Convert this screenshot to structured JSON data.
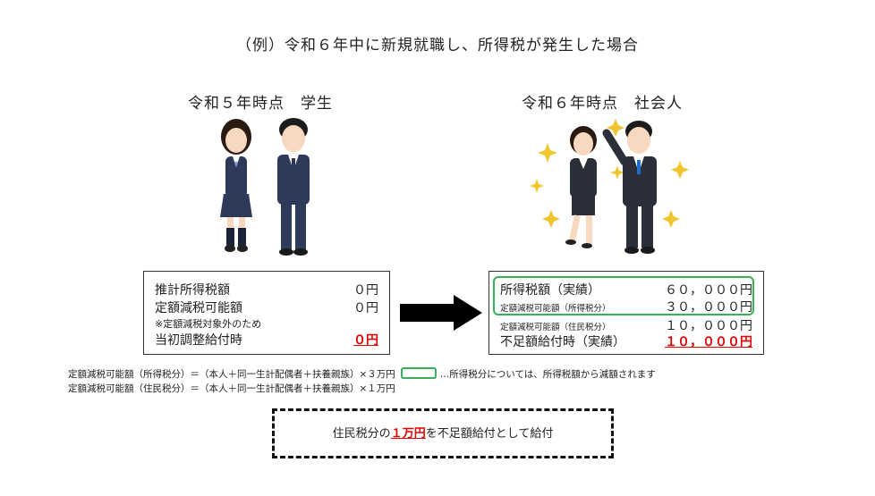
{
  "title": "（例）令和６年中に新規就職し、所得税が発生した場合",
  "left": {
    "heading": "令和５年時点　学生",
    "rows": {
      "r1": {
        "label": "推計所得税額",
        "value": "０円"
      },
      "r2": {
        "label": "定額減税可能額",
        "value": "０円"
      },
      "note": "※定額減税対象外のため",
      "r3": {
        "label": "当初調整給付時",
        "value": "０円"
      }
    }
  },
  "right": {
    "heading": "令和６年時点　社会人",
    "rows": {
      "r1": {
        "label": "所得税額（実績）",
        "value": "６０，０００円"
      },
      "r2": {
        "label": "定額減税可能額（所得税分）",
        "value": "３０，０００円"
      },
      "r3": {
        "label": "定額減税可能額（住民税分）",
        "value": "１０，０００円"
      },
      "r4": {
        "label": "不足額給付時（実績）",
        "value": "１０，０００円"
      }
    }
  },
  "notes": {
    "line1": "定額減税可能額（所得税分）＝（本人＋同一生計配偶者＋扶養親族）×３万円",
    "legend": "…所得税分については、所得税額から減額されます",
    "line2": "定額減税可能額（住民税分）＝（本人＋同一生計配偶者＋扶養親族）×１万円"
  },
  "callout": {
    "before": "住民税分の",
    "highlight": "１万円",
    "after": "を不足額給付として給付"
  },
  "colors": {
    "accent_red": "#e00000",
    "highlight_green": "#3bae5a"
  }
}
